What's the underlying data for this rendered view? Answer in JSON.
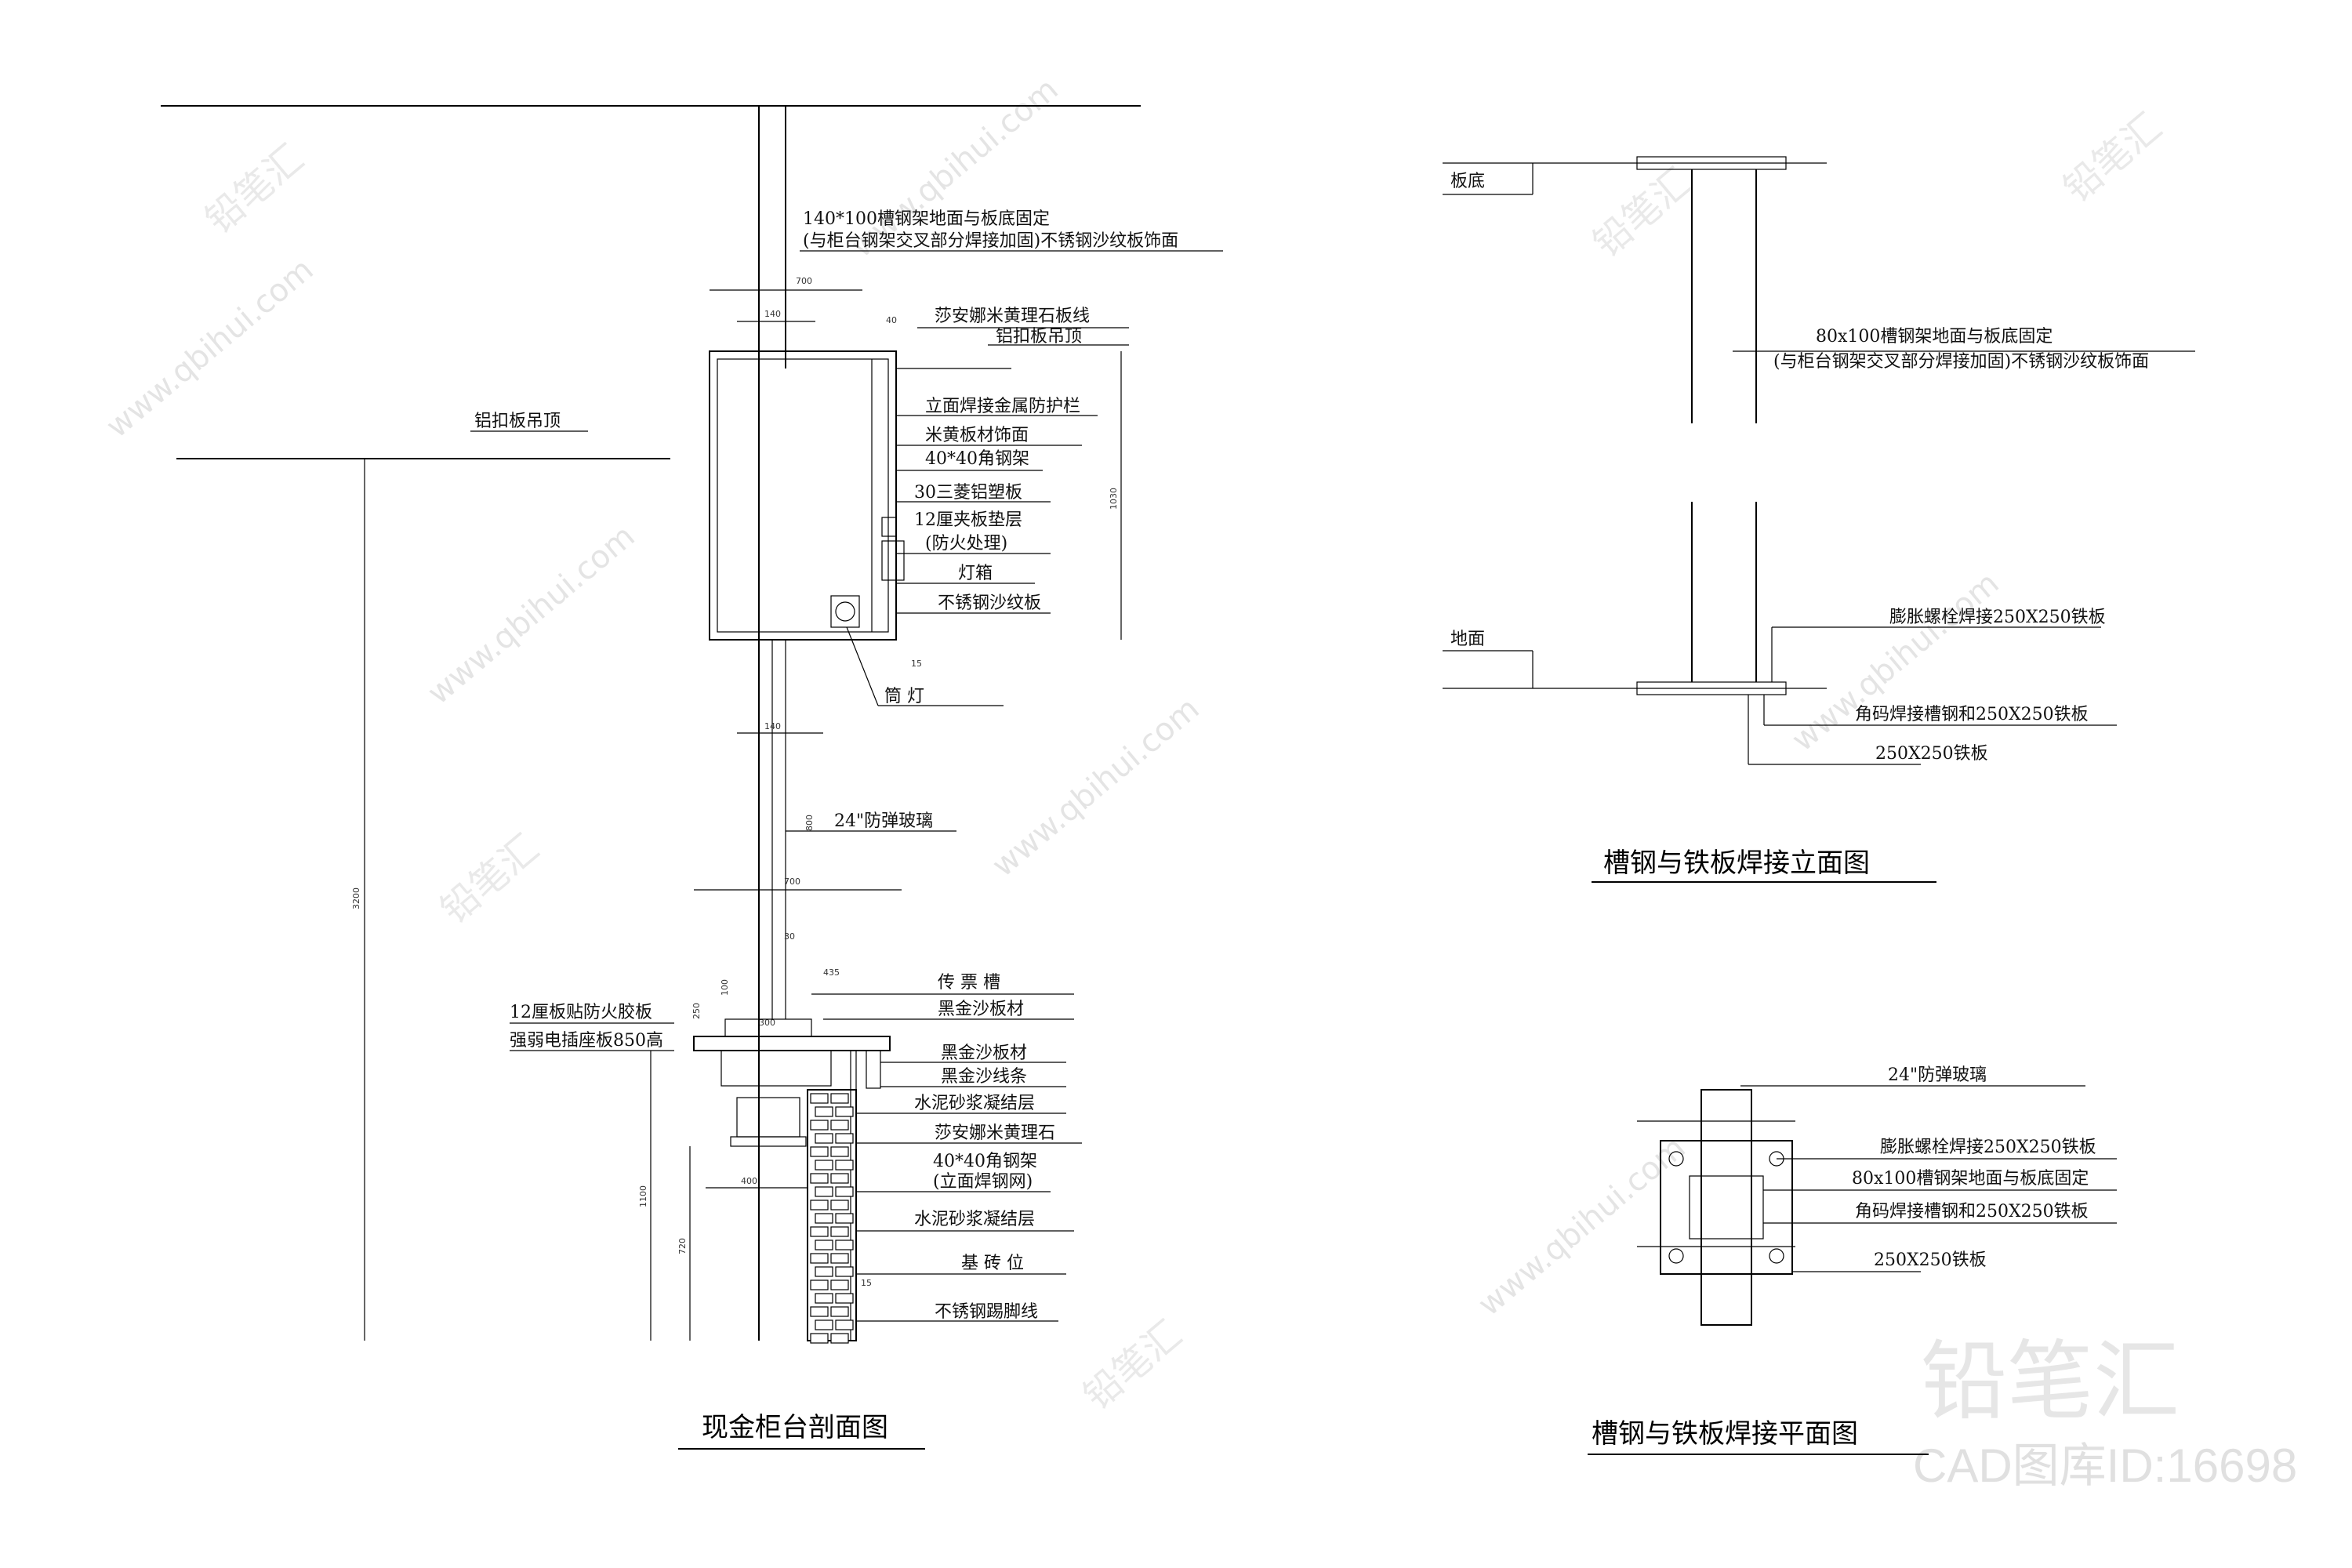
{
  "views": {
    "section": {
      "title": "现金柜台剖面图",
      "labels": {
        "top_note_1": "140*100槽钢架地面与板底固定",
        "top_note_2": "(与柜台钢架交叉部分焊接加固)不锈钢沙纹板饰面",
        "ceiling_left": "铝扣板吊顶",
        "stone_line": "莎安娜米黄理石板线",
        "ceiling_right": "铝扣板吊顶",
        "guardrail": "立面焊接金属防护栏",
        "beige_finish": "米黄板材饰面",
        "angle_frame_a": "40*40角钢架",
        "alu_panel": "30三菱铝塑板",
        "plywood_1": "12厘夹板垫层",
        "plywood_2": "(防火处理)",
        "lightbox": "灯箱",
        "ss_panel": "不锈钢沙纹板",
        "downlight": "筒 灯",
        "glass": "24\"防弹玻璃",
        "ticket_slot": "传 票 槽",
        "black_sand_1": "黑金沙板材",
        "fire_board": "12厘板贴防火胶板",
        "socket_board": "强弱电插座板850高",
        "black_sand_2": "黑金沙板材",
        "black_sand_line": "黑金沙线条",
        "mortar_1": "水泥砂浆凝结层",
        "beige_stone": "莎安娜米黄理石",
        "angle_frame_b1": "40*40角钢架",
        "angle_frame_b2": "(立面焊钢网)",
        "mortar_2": "水泥砂浆凝结层",
        "brick_base": "基 砖 位",
        "skirting": "不锈钢踢脚线"
      },
      "dims": {
        "d700_top": "700",
        "d140_top": "140",
        "d40": "40",
        "d1030": "1030",
        "d15_a": "15",
        "d140_mid": "140",
        "d800": "800",
        "d700_mid": "700",
        "d30": "30",
        "d435": "435",
        "d100": "100",
        "d250": "250",
        "d300": "300",
        "d3200": "3200",
        "d1100": "1100",
        "d400": "400",
        "d720": "720",
        "d15_b": "15"
      }
    },
    "elevation": {
      "title": "槽钢与铁板焊接立面图",
      "labels": {
        "slab": "板底",
        "note_1": "80x100槽钢架地面与板底固定",
        "note_2": "(与柜台钢架交叉部分焊接加固)不锈钢沙纹板饰面",
        "floor": "地面",
        "bolt": "膨胀螺栓焊接250X250铁板",
        "angle": "角码焊接槽钢和250X250铁板",
        "plate": "250X250铁板"
      }
    },
    "plan": {
      "title": "槽钢与铁板焊接平面图",
      "labels": {
        "glass": "24\"防弹玻璃",
        "bolt": "膨胀螺栓焊接250X250铁板",
        "channel": "80x100槽钢架地面与板底固定",
        "angle": "角码焊接槽钢和250X250铁板",
        "plate": "250X250铁板"
      }
    }
  },
  "watermark": {
    "url": "www.qbihui.com",
    "brand": "铅笔汇",
    "id_text": "CAD图库ID:16698"
  }
}
